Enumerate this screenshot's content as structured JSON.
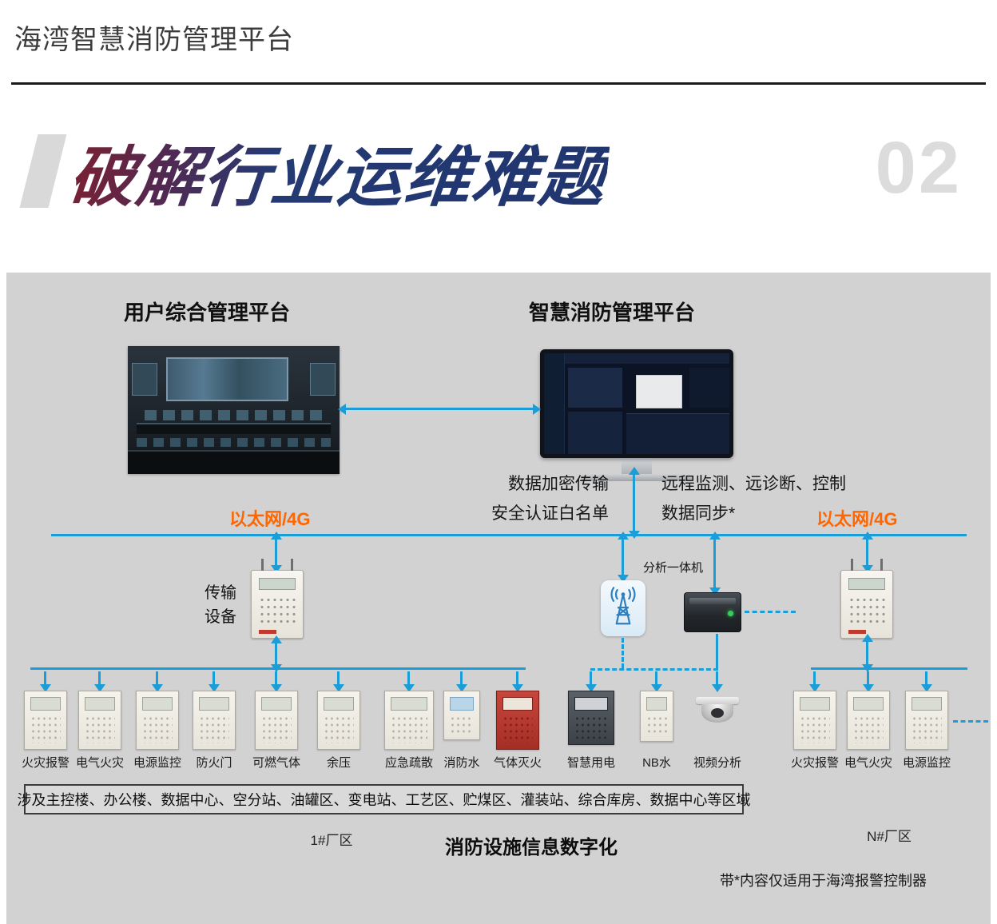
{
  "header": {
    "title": "海湾智慧消防管理平台"
  },
  "hero": {
    "title": "破解行业运维难题",
    "page_number": "02"
  },
  "diagram": {
    "left_platform": "用户综合管理平台",
    "right_platform": "智慧消防管理平台",
    "encrypt_line1": "数据加密传输",
    "encrypt_line2": "安全认证白名单",
    "remote_line1": "远程监测、远诊断、控制",
    "remote_line2": "数据同步*",
    "ethernet_left": "以太网/4G",
    "ethernet_right": "以太网/4G",
    "transmission_line1": "传输",
    "transmission_line2": "设备",
    "analysis_label": "分析一体机",
    "devices_left": [
      {
        "label": "火灾报警"
      },
      {
        "label": "电气火灾"
      },
      {
        "label": "电源监控"
      },
      {
        "label": "防火门"
      },
      {
        "label": "可燃气体"
      },
      {
        "label": "余压"
      },
      {
        "label": "应急疏散"
      },
      {
        "label": "消防水"
      },
      {
        "label": "气体灭火"
      }
    ],
    "devices_middle": [
      {
        "label": "智慧用电"
      },
      {
        "label": "NB水"
      },
      {
        "label": "视频分析"
      }
    ],
    "devices_right": [
      {
        "label": "火灾报警"
      },
      {
        "label": "电气火灾"
      },
      {
        "label": "电源监控"
      }
    ],
    "area_note": "涉及主控楼、办公楼、数据中心、空分站、油罐区、变电站、工艺区、贮煤区、灌装站、综合库房、数据中心等区域",
    "zone_left": "1#厂区",
    "zone_right": "N#厂区",
    "caption": "消防设施信息数字化",
    "footnote": "带*内容仅适用于海湾报警控制器"
  },
  "colors": {
    "accent_blue": "#1b9dd8",
    "accent_orange": "#ff6600",
    "panel_gray": "#d2d2d2",
    "title_red": "#7a2133",
    "title_blue": "#21356f"
  }
}
